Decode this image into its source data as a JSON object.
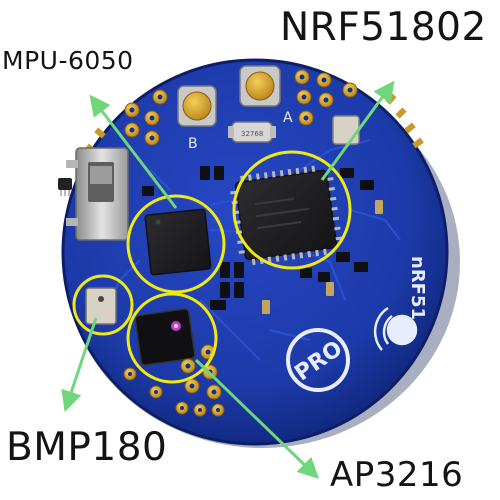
{
  "labels": {
    "mpu": "MPU-6050",
    "nrf": "NRF51802",
    "bmp": "BMP180",
    "ap": "AP3216"
  },
  "board_text": {
    "pro": "PRO",
    "nrf51": "nRF51",
    "a": "A",
    "b": "B",
    "crystal": "32768"
  },
  "colors": {
    "pcb": "#1c3aa8",
    "pcb_edge": "#0f2477",
    "highlight": "#f0ea14",
    "arrow": "#6fd67a",
    "gold": "#d9a524",
    "chip": "#1e1e22",
    "label_text": "#141414"
  }
}
